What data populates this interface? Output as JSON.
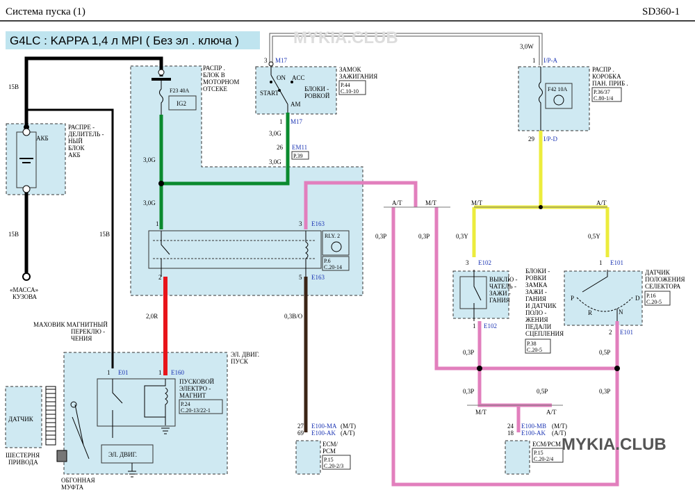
{
  "header": {
    "title": "Система    пуска  (1)",
    "code": "SD360-1"
  },
  "banner": "G4LC : KAPPA 1,4     л MPI ( Без   эл . ключа   )",
  "watermark": "MYKIA.CLUB",
  "battery": {
    "name": "АКБ",
    "label": [
      "РАСПРЕ -",
      "ДЕЛИТЕЛЬ -",
      "НЫЙ",
      "БЛОК",
      "АКБ"
    ]
  },
  "ground": {
    "label": [
      "«МАССА»",
      "КУЗОВА"
    ]
  },
  "engine_fusebox": {
    "label": [
      "РАСПР .",
      "БЛОК  В",
      "МОТОРНОМ",
      "ОТСЕКЕ"
    ],
    "fuse": "F23 40A",
    "fuse_name": "IG2"
  },
  "ignition": {
    "label": [
      "ЗАМОК",
      "ЗАЖИГАНИЯ"
    ],
    "ref": [
      "P.44",
      "C.10-10"
    ],
    "on": "ON",
    "acc": "ACC",
    "start": "START",
    "am": "AM",
    "lock": [
      "БЛОКИ -",
      "РОВКОЙ"
    ]
  },
  "panel_box": {
    "label": [
      "РАСПР .",
      "КОРОБКА",
      "ПАН. ПРИБ ."
    ],
    "ref": [
      "P.36/37",
      "C.80-1/4"
    ],
    "fuse": "F42 10A"
  },
  "relay": {
    "name": "RLY. 2",
    "ref": [
      "P.6",
      "C.20-14"
    ]
  },
  "em11_ref": "P.39",
  "interlock": {
    "label": [
      "ВЫКЛЮ -",
      "ЧАТЕЛЬ -",
      "ЗАЖИ -",
      "ГАНИЯ"
    ],
    "desc": [
      "БЛОКИ -",
      "РОВКИ",
      "ЗАМКА",
      "ЗАЖИ -",
      "ГАНИЯ",
      "И ДАТЧИК",
      "ПОЛО -",
      "ЖЕНИЯ",
      "ПЕДАЛИ",
      "СЦЕПЛЕНИЯ"
    ],
    "ref": [
      "P.38",
      "C.20-5"
    ]
  },
  "selector": {
    "label": [
      "ДАТЧИК",
      "ПОЛОЖЕНИЯ",
      "СЕЛЕКТОРА"
    ],
    "ref": [
      "P.16",
      "C.20-5"
    ],
    "p": "P",
    "r": "R",
    "n": "N",
    "d": "D"
  },
  "starter": {
    "label": [
      "ЭЛ. ДВИГ.",
      "ПУСК"
    ],
    "solenoid": [
      "ПУСКОВОЙ",
      "ЭЛЕКТРО -",
      "МАГНИТ"
    ],
    "ref": [
      "P.24",
      "C.20-13/22-1"
    ],
    "motor": "ЭЛ. ДВИГ."
  },
  "flywheel": {
    "label": [
      "МАХОВИК  МАГНИТНЫЙ",
      "ПЕРЕКЛЮ -",
      "ЧЕНИЯ"
    ]
  },
  "sensor": "ДАТЧИК",
  "pinion": [
    "ШЕСТЕРНЯ",
    "ПРИВОДА"
  ],
  "clutch": [
    "ОБГОННАЯ",
    "МУФТА"
  ],
  "ecm1": {
    "name": [
      "ECM/",
      "PCM"
    ],
    "ref": [
      "P.15",
      "C.20-2/3"
    ]
  },
  "ecm2": {
    "name": "ECM/PCM",
    "ref": [
      "P.15",
      "C.20-2/4"
    ]
  },
  "wires": {
    "b15": "15B",
    "g30": "3,0G",
    "w30": "3,0W",
    "y03": "0,3Y",
    "y05": "0,5Y",
    "p03": "0,3P",
    "p05": "0,5P",
    "r20": "2,0R",
    "bo03": "0,3B/O"
  },
  "tags": {
    "at": "A/T",
    "mt": "M/T"
  },
  "connectors": {
    "m17": "M17",
    "em11": "EM11",
    "ipa": "I/P-A",
    "ipd": "I/P-D",
    "e163": "E163",
    "e102": "E102",
    "e101": "E101",
    "e01": "E01",
    "e160": "E160",
    "e100ma": "E100-MA",
    "e100ak": "E100-AK",
    "e100mb": "E100-MB",
    "mt_paren": "(M/T)",
    "at_paren": "(A/T)"
  },
  "pins": {
    "p1": "1",
    "p2": "2",
    "p3": "3",
    "p5": "5",
    "p18": "18",
    "p24": "24",
    "p26": "26",
    "p27": "27",
    "p29": "29",
    "p69": "69"
  },
  "colors": {
    "black": "#000000",
    "green": "#0a8a2e",
    "pink": "#e27fbd",
    "yellow": "#ecec3c",
    "red": "#e8141a",
    "brown": "#3b2416",
    "white": "#ffffff",
    "box": "#cfe9f2"
  }
}
